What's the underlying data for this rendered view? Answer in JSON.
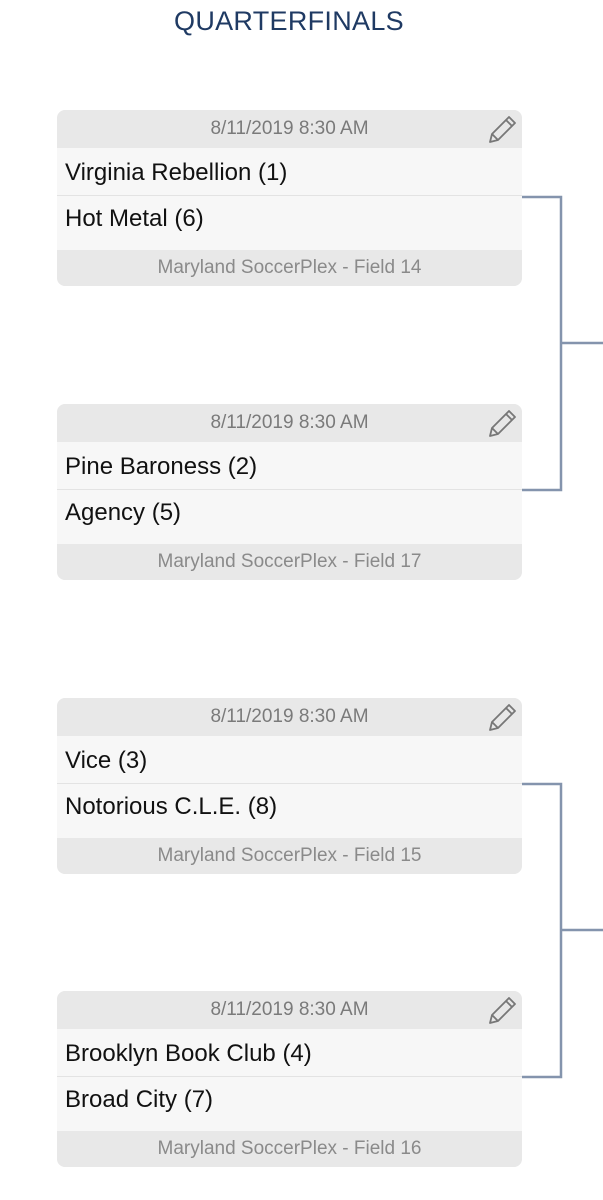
{
  "round": {
    "title": "QUARTERFINALS"
  },
  "matches": [
    {
      "datetime": "8/11/2019 8:30 AM",
      "team1": "Virginia Rebellion (1)",
      "team2": "Hot Metal (6)",
      "location": "Maryland SoccerPlex - Field 14"
    },
    {
      "datetime": "8/11/2019 8:30 AM",
      "team1": "Pine Baroness (2)",
      "team2": "Agency (5)",
      "location": "Maryland SoccerPlex - Field 17"
    },
    {
      "datetime": "8/11/2019 8:30 AM",
      "team1": "Vice (3)",
      "team2": "Notorious C.L.E. (8)",
      "location": "Maryland SoccerPlex - Field 15"
    },
    {
      "datetime": "8/11/2019 8:30 AM",
      "team1": "Brooklyn Book Club (4)",
      "team2": "Broad City (7)",
      "location": "Maryland SoccerPlex - Field 16"
    }
  ],
  "icons": {
    "edit": "pencil-icon"
  },
  "colors": {
    "title": "#1f3a63",
    "connector": "#8494ad"
  }
}
